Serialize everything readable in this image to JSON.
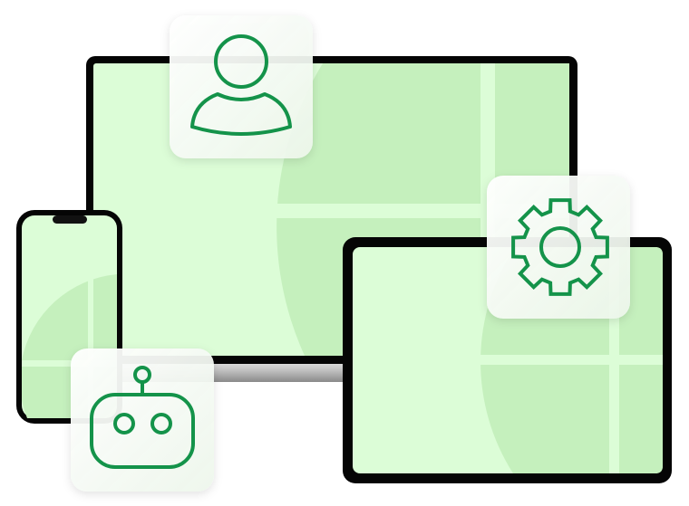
{
  "colors": {
    "screen": "#dcfdd7",
    "pattern": "#c5f0bd",
    "bezel": "#050505",
    "icon_stroke": "#14934a",
    "card": "#f6fbf5"
  },
  "devices": [
    "laptop",
    "tablet",
    "phone"
  ],
  "cards": [
    {
      "icon": "user-icon"
    },
    {
      "icon": "gear-icon"
    },
    {
      "icon": "robot-icon"
    }
  ]
}
